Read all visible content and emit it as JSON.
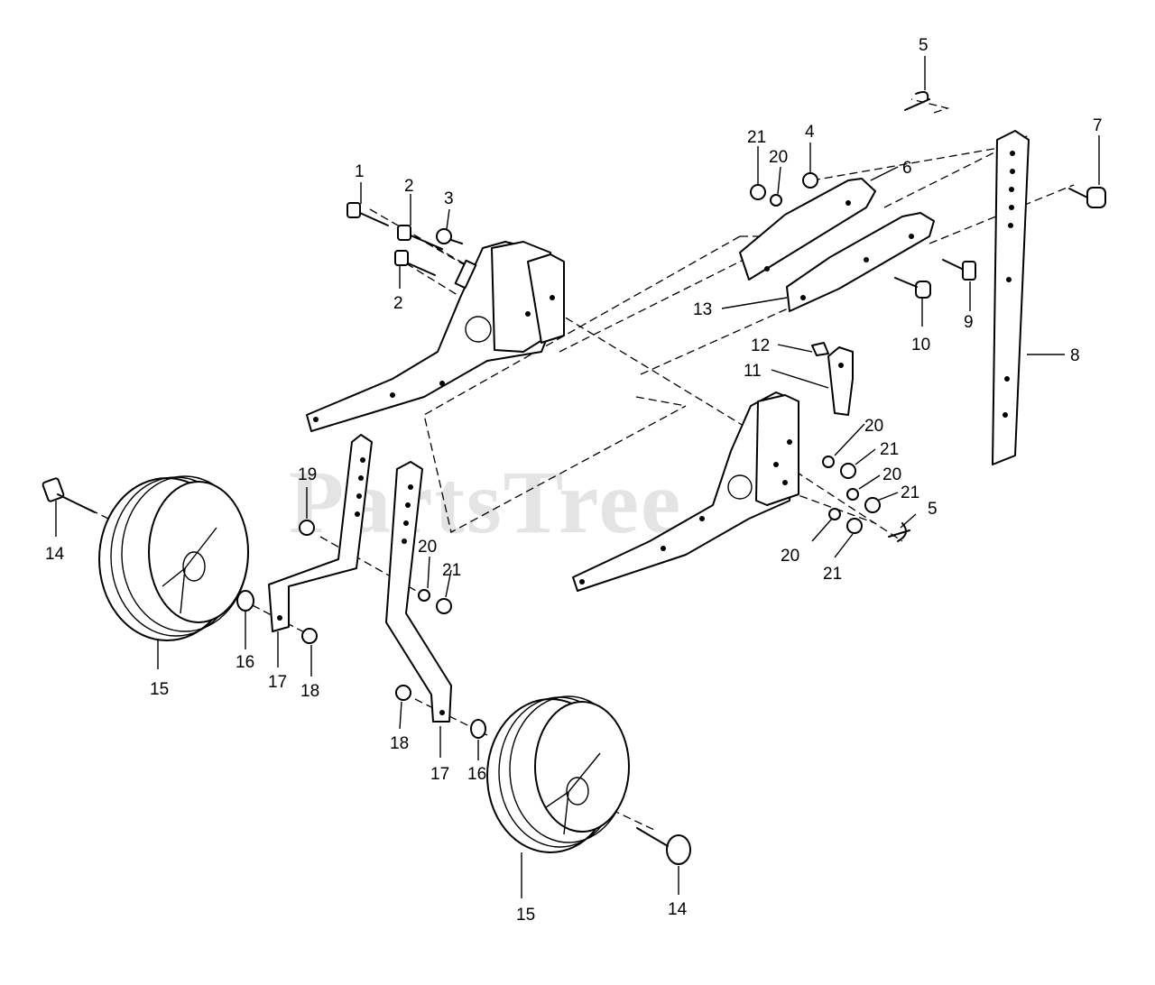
{
  "watermark": "PartsTree",
  "callouts": {
    "c1": "1",
    "c2a": "2",
    "c2b": "2",
    "c3": "3",
    "c4": "4",
    "c5a": "5",
    "c5b": "5",
    "c6": "6",
    "c7": "7",
    "c8": "8",
    "c9": "9",
    "c10": "10",
    "c11": "11",
    "c12": "12",
    "c13": "13",
    "c14a": "14",
    "c14b": "14",
    "c15a": "15",
    "c15b": "15",
    "c16a": "16",
    "c16b": "16",
    "c17a": "17",
    "c17b": "17",
    "c18a": "18",
    "c18b": "18",
    "c19": "19",
    "c20a": "20",
    "c20b": "20",
    "c20c": "20",
    "c20d": "20",
    "c20e": "20",
    "c21a": "21",
    "c21b": "21",
    "c21c": "21",
    "c21d": "21",
    "c21e": "21"
  }
}
